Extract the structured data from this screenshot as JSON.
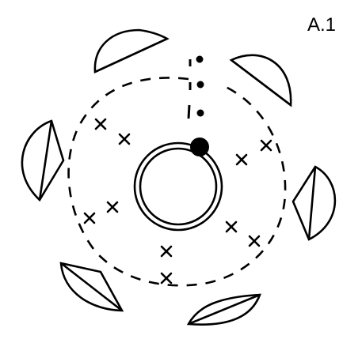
{
  "chart_label": "A.1",
  "colors": {
    "ink": "#000000",
    "paper": "#ffffff"
  },
  "symbols": {
    "center": "magic-ring",
    "start": "slip-knot",
    "single_stitch": "x",
    "chain": "dash",
    "petal": "leaf",
    "turning_chain": "dot"
  }
}
